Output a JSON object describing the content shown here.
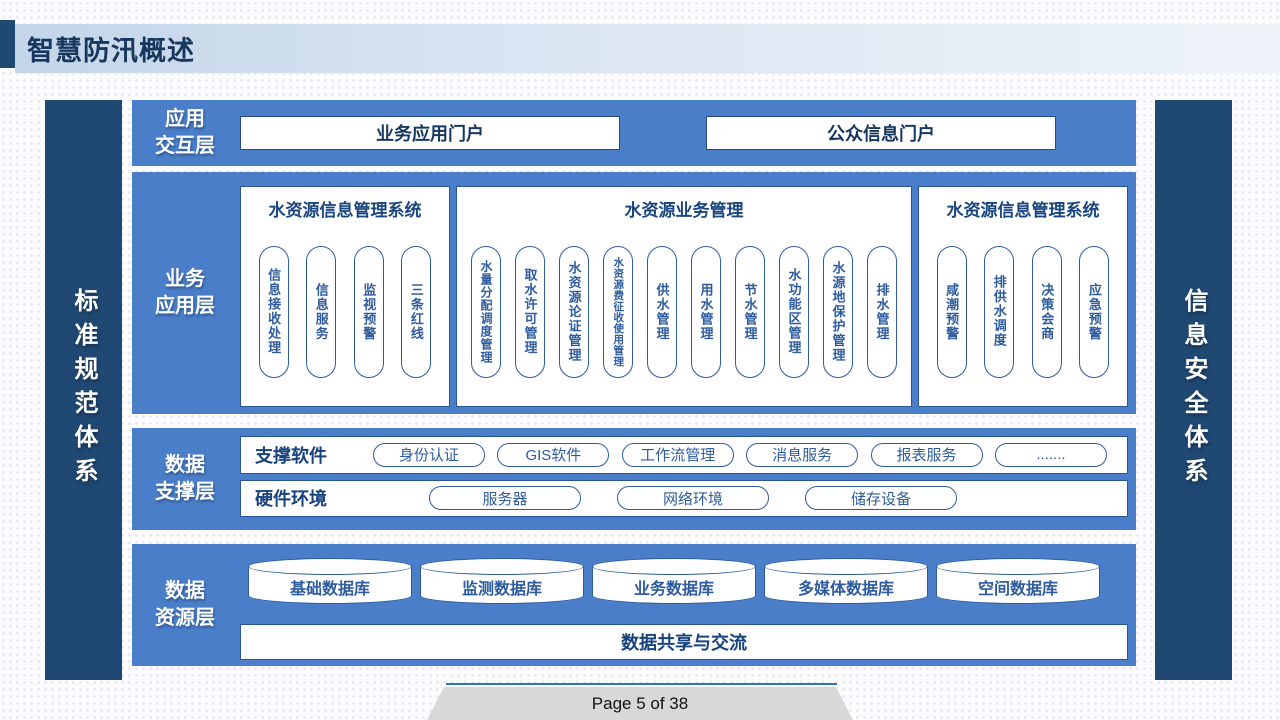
{
  "slide": {
    "title": "智慧防汛概述",
    "page_indicator": "Page 5 of 38"
  },
  "pillars": {
    "left": "标准规范体系",
    "right": "信息安全体系"
  },
  "layers": {
    "interaction": {
      "label_lines": [
        "应用",
        "交互层"
      ],
      "portals": [
        "业务应用门户",
        "公众信息门户"
      ]
    },
    "business": {
      "label_lines": [
        "业务",
        "应用层"
      ],
      "systems": [
        {
          "title": "水资源信息管理系统",
          "pills": [
            "信息接收处理",
            "信息服务",
            "监视预警",
            "三条红线"
          ]
        },
        {
          "title": "水资源业务管理",
          "pills": [
            "水量分配调度管理",
            "取水许可管理",
            "水资源论证管理",
            "水资源费征收使用管理",
            "供水管理",
            "用水管理",
            "节水管理",
            "水功能区管理",
            "水源地保护管理",
            "排水管理"
          ]
        },
        {
          "title": "水资源信息管理系统",
          "pills": [
            "咸潮预警",
            "排供水调度",
            "决策会商",
            "应急预警"
          ]
        }
      ]
    },
    "support": {
      "label_lines": [
        "数据",
        "支撑层"
      ],
      "rows": [
        {
          "label": "支撑软件",
          "pills": [
            "身份认证",
            "GIS软件",
            "工作流管理",
            "消息服务",
            "报表服务",
            "......."
          ]
        },
        {
          "label": "硬件环境",
          "pills": [
            "服务器",
            "网络环境",
            "储存设备"
          ]
        }
      ]
    },
    "resource": {
      "label_lines": [
        "数据",
        "资源层"
      ],
      "databases": [
        "基础数据库",
        "监测数据库",
        "业务数据库",
        "多媒体数据库",
        "空间数据库"
      ],
      "share_bar": "数据共享与交流"
    }
  },
  "colors": {
    "pillar_navy": "#1F4873",
    "layer_blue": "#4A7EC8",
    "pill_blue": "#2E5C9E",
    "title_navy": "#17375E",
    "footer_line_blue": "#2E75B6",
    "footer_gray": "#D8D8D8"
  }
}
